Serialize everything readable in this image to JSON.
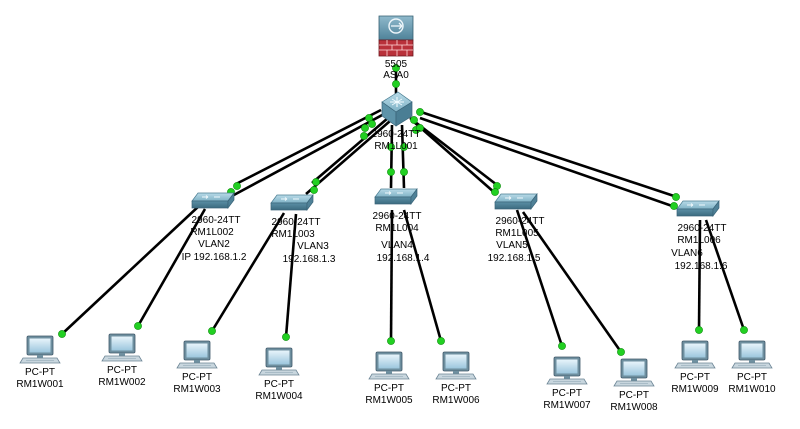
{
  "firewall": {
    "model": "5505",
    "name": "ASA0",
    "icon": "firewall-icon"
  },
  "core_switch": {
    "model": "2960-24TT",
    "name": "RM1L001",
    "icon": "multilayer-switch-icon"
  },
  "access_switches": [
    {
      "id": "sw2",
      "model": "2960-24TT",
      "name": "RM1L002",
      "vlan": "VLAN2",
      "ip": "IP 192.168.1.2"
    },
    {
      "id": "sw3",
      "model": "2960-24TT",
      "name": "RM1L003",
      "vlan": "VLAN3",
      "ip": "192.168.1.3"
    },
    {
      "id": "sw4",
      "model": "2960-24TT",
      "name": "RM1L004",
      "vlan": "VLAN4",
      "ip": "192.168.1.4"
    },
    {
      "id": "sw5",
      "model": "2960-24TT",
      "name": "RM1L005",
      "vlan": "VLAN5",
      "ip": "192.168.1.5"
    },
    {
      "id": "sw6",
      "model": "2960-24TT",
      "name": "RM1L006",
      "vlan": "VLAN6",
      "ip": "192.168.1.6"
    }
  ],
  "pcs": [
    {
      "type": "PC-PT",
      "name": "RM1W001"
    },
    {
      "type": "PC-PT",
      "name": "RM1W002"
    },
    {
      "type": "PC-PT",
      "name": "RM1W003"
    },
    {
      "type": "PC-PT",
      "name": "RM1W004"
    },
    {
      "type": "PC-PT",
      "name": "RM1W005"
    },
    {
      "type": "PC-PT",
      "name": "RM1W006"
    },
    {
      "type": "PC-PT",
      "name": "RM1W007"
    },
    {
      "type": "PC-PT",
      "name": "RM1W008"
    },
    {
      "type": "PC-PT",
      "name": "RM1W009"
    },
    {
      "type": "PC-PT",
      "name": "RM1W010"
    }
  ],
  "colors": {
    "link": "#000000",
    "port_up": "#22d022",
    "switch": "#6fa3b8",
    "firewall": "#c0393b"
  }
}
